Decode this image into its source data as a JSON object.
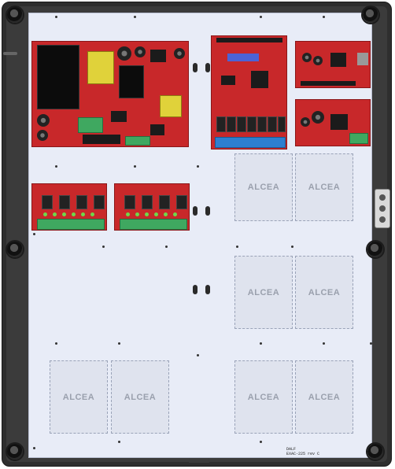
{
  "enclosure": {
    "zone_label": "ALCEA",
    "model_line1": "DALF",
    "model_line2": "EXAC-225 rev C"
  },
  "zones": [
    {
      "label": "ALCEA"
    },
    {
      "label": "ALCEA"
    },
    {
      "label": "ALCEA"
    },
    {
      "label": "ALCEA"
    },
    {
      "label": "ALCEA"
    },
    {
      "label": "ALCEA"
    },
    {
      "label": "ALCEA"
    },
    {
      "label": "ALCEA"
    }
  ],
  "colors": {
    "pcb": "#c8282a",
    "enclosure": "#2e2e2e",
    "backplate": "#e8ecf7",
    "terminal_green": "#3fa860",
    "terminal_blue": "#2d7fd0"
  },
  "boards": [
    {
      "name": "power-supply-board"
    },
    {
      "name": "controller-board"
    },
    {
      "name": "network-interface-board"
    },
    {
      "name": "power-distribution-board"
    },
    {
      "name": "relay-module-left"
    },
    {
      "name": "relay-module-right"
    }
  ]
}
